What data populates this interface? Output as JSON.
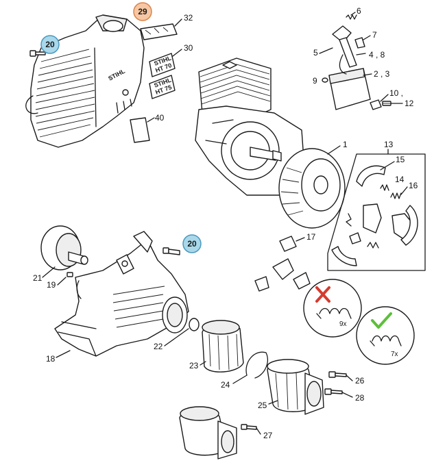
{
  "diagram": {
    "part_numbers": {
      "p1": "1",
      "p2_3": "2 , 3",
      "p4_8": "4 , 8",
      "p5": "5",
      "p6": "6",
      "p7": "7",
      "p9": "9",
      "p10_11": "10 ,",
      "p12": "12",
      "p13": "13",
      "p14": "14",
      "p15": "15",
      "p16": "16",
      "p17": "17",
      "p18": "18",
      "p19": "19",
      "p21": "21",
      "p22": "22",
      "p23": "23",
      "p24": "24",
      "p25": "25",
      "p26": "26",
      "p27": "27",
      "p28": "28",
      "p30": "30",
      "p32": "32",
      "p40": "40"
    },
    "highlights": {
      "b29": "29",
      "b20_top": "20",
      "b20_mid": "20"
    },
    "highlight_colors": {
      "orange_fill": "#f7c7a3",
      "orange_stroke": "#d9834a",
      "blue_fill": "#a9d8ea",
      "blue_stroke": "#4a97bd"
    },
    "brand_text": "STIHL",
    "decal_labels": {
      "decal_a_line1": "STIHL",
      "decal_a_line2": "HT 70",
      "decal_b_line1": "STIHL",
      "decal_b_line2": "HT 75"
    },
    "callouts": {
      "wrong": {
        "icon": "cross-icon",
        "color": "#d63a2f",
        "quantity": "9x"
      },
      "right": {
        "icon": "check-icon",
        "color": "#5cbf3a",
        "quantity": "7x"
      }
    }
  }
}
